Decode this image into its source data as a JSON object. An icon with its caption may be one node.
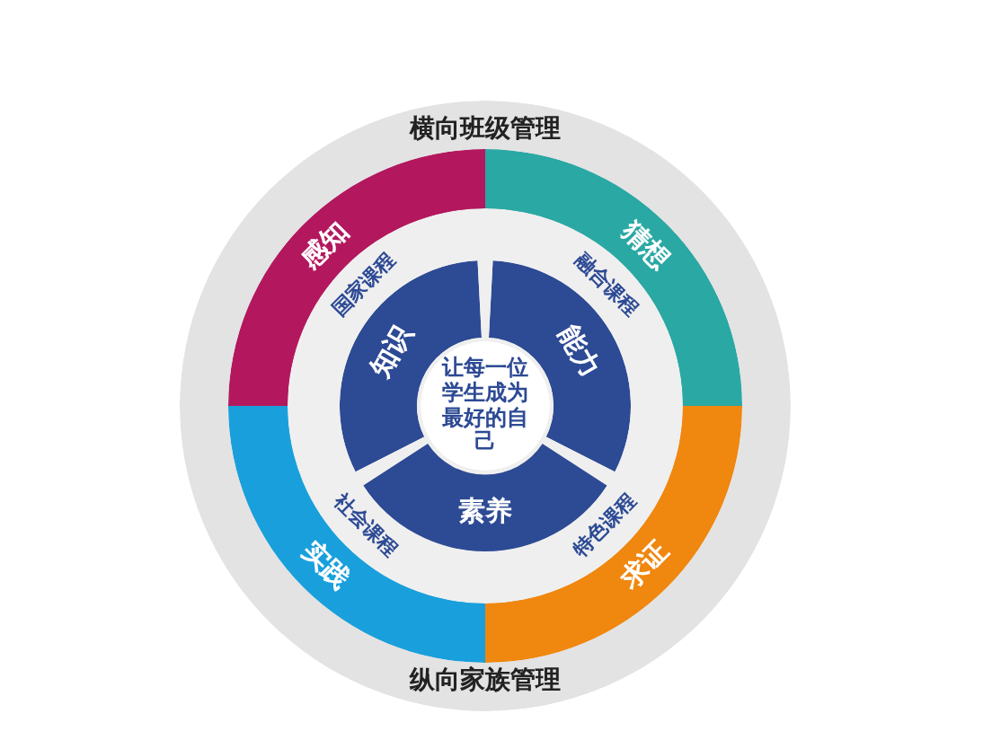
{
  "diagram": {
    "nodes": [
      {
        "text": [
          "横向班级管理",
          "纵向家族管理"
        ]
      },
      {
        "text": [
          "感知"
        ],
        "in": 0
      },
      {
        "text": [
          "猜想"
        ],
        "in": 0
      },
      {
        "text": [
          "实践"
        ],
        "in": 0
      },
      {
        "text": [
          "求证"
        ],
        "in": 0
      },
      {
        "text": [
          "国家课程",
          "融合课程",
          "社会课程",
          "特色课程"
        ],
        "in": 0
      },
      {
        "text": [
          "知识"
        ],
        "in": 5
      },
      {
        "text": [
          "能力"
        ],
        "in": 5
      },
      {
        "text": [
          "素养"
        ],
        "in": 5
      },
      {
        "text": [
          "让每一位学生成为最好的自己"
        ],
        "in": 5
      }
    ]
  }
}
